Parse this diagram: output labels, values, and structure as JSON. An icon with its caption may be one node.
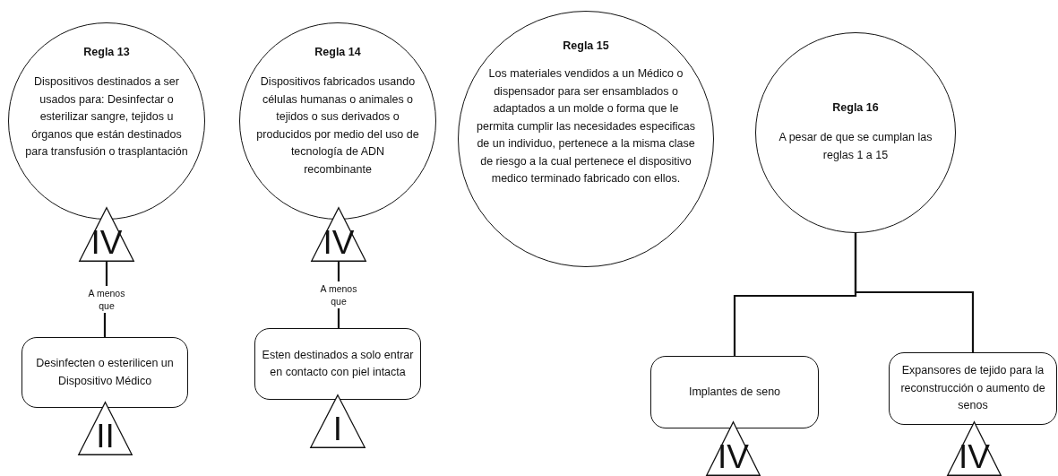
{
  "diagram": {
    "nodes": [
      {
        "text": [
          "Regla 13",
          "Dispositivos destinados a ser usados para: Desinfectar o esterilizar sangre, tejidos u órganos que están destinados para transfusión o trasplantación"
        ]
      },
      {
        "text": [
          "IV"
        ]
      },
      {
        "text": [
          "Desinfecten o esterilicen un Dispositivo Médico"
        ]
      },
      {
        "text": [
          "II"
        ]
      },
      {
        "text": [
          "Regla 14",
          "Dispositivos fabricados usando células humanas o animales o tejidos o sus derivados o producidos por medio del uso de tecnología de ADN recombinante"
        ]
      },
      {
        "text": [
          "IV"
        ]
      },
      {
        "text": [
          "Esten destinados a solo entrar en contacto con piel intacta"
        ]
      },
      {
        "text": [
          "I"
        ]
      },
      {
        "text": [
          "Regla 15",
          "Los materiales vendidos a un Médico o dispensador para ser ensamblados o adaptados a un molde o forma que le permita cumplir las necesidades especificas de un individuo, pertenece a la misma clase de riesgo a la cual pertenece el dispositivo medico terminado fabricado con ellos."
        ]
      },
      {
        "text": [
          "Regla 16",
          "A pesar de que se cumplan las reglas 1 a 15"
        ]
      },
      {
        "text": [
          "Implantes de seno"
        ]
      },
      {
        "text": [
          "IV"
        ]
      },
      {
        "text": [
          "Expansores de tejido para la reconstrucción o aumento de senos"
        ]
      },
      {
        "text": [
          "IV"
        ]
      }
    ],
    "edges": [
      {
        "from": 1,
        "to": 2,
        "arrow": "none",
        "label": "A menos que"
      },
      {
        "from": 5,
        "to": 6,
        "arrow": "none",
        "label": "A menos que"
      },
      {
        "from": 9,
        "to": 10,
        "arrow": "none"
      },
      {
        "from": 9,
        "to": 12,
        "arrow": "none"
      }
    ]
  }
}
